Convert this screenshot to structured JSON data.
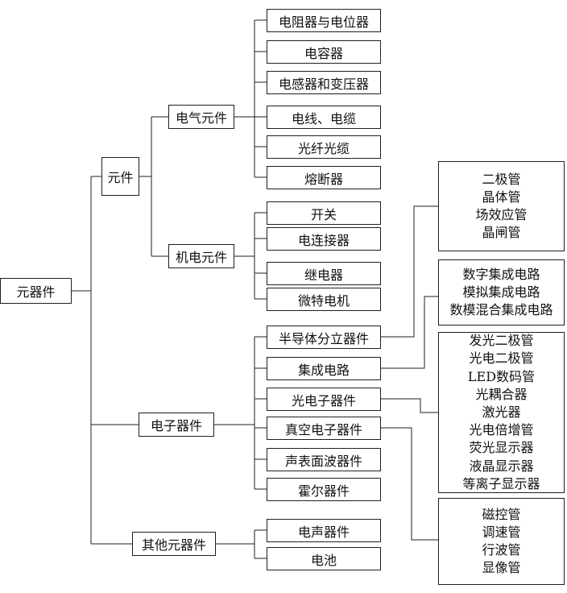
{
  "root": "元器件",
  "branches": {
    "components": "元件",
    "electrical": "电气元件",
    "mechatronic": "机电元件",
    "electronic": "电子器件",
    "other": "其他元器件"
  },
  "electrical_items": [
    "电阻器与电位器",
    "电容器",
    "电感器和变压器",
    "电线、电缆",
    "光纤光缆",
    "熔断器"
  ],
  "mechatronic_items": [
    "开关",
    "电连接器",
    "继电器",
    "微特电机"
  ],
  "electronic_items": [
    "半导体分立器件",
    "集成电路",
    "光电子器件",
    "真空电子器件",
    "声表面波器件",
    "霍尔器件"
  ],
  "other_items": [
    "电声器件",
    "电池"
  ],
  "details": {
    "semiconductor": [
      "二极管",
      "晶体管",
      "场效应管",
      "晶闸管"
    ],
    "ic": [
      "数字集成电路",
      "模拟集成电路",
      "数模混合集成电路"
    ],
    "optoelectronic": [
      "发光二极管",
      "光电二极管",
      "LED数码管",
      "光耦合器",
      "激光器",
      "光电倍增管",
      "荧光显示器",
      "液晶显示器",
      "等离子显示器"
    ],
    "vacuum": [
      "磁控管",
      "调速管",
      "行波管",
      "显像管"
    ]
  }
}
